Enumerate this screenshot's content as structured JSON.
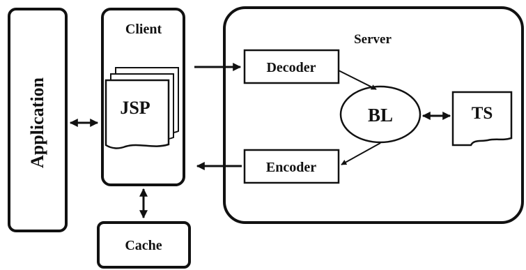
{
  "nodes": {
    "application": "Application",
    "client": "Client",
    "jsp": "JSP",
    "server": "Server",
    "decoder": "Decoder",
    "encoder": "Encoder",
    "bl": "BL",
    "ts": "TS",
    "cache": "Cache"
  },
  "edges": [
    {
      "from": "application",
      "to": "client",
      "direction": "bidirectional"
    },
    {
      "from": "client",
      "to": "decoder",
      "direction": "forward"
    },
    {
      "from": "decoder",
      "to": "bl",
      "direction": "forward"
    },
    {
      "from": "bl",
      "to": "ts",
      "direction": "bidirectional"
    },
    {
      "from": "bl",
      "to": "encoder",
      "direction": "forward"
    },
    {
      "from": "encoder",
      "to": "client",
      "direction": "forward"
    },
    {
      "from": "client",
      "to": "cache",
      "direction": "bidirectional"
    }
  ]
}
